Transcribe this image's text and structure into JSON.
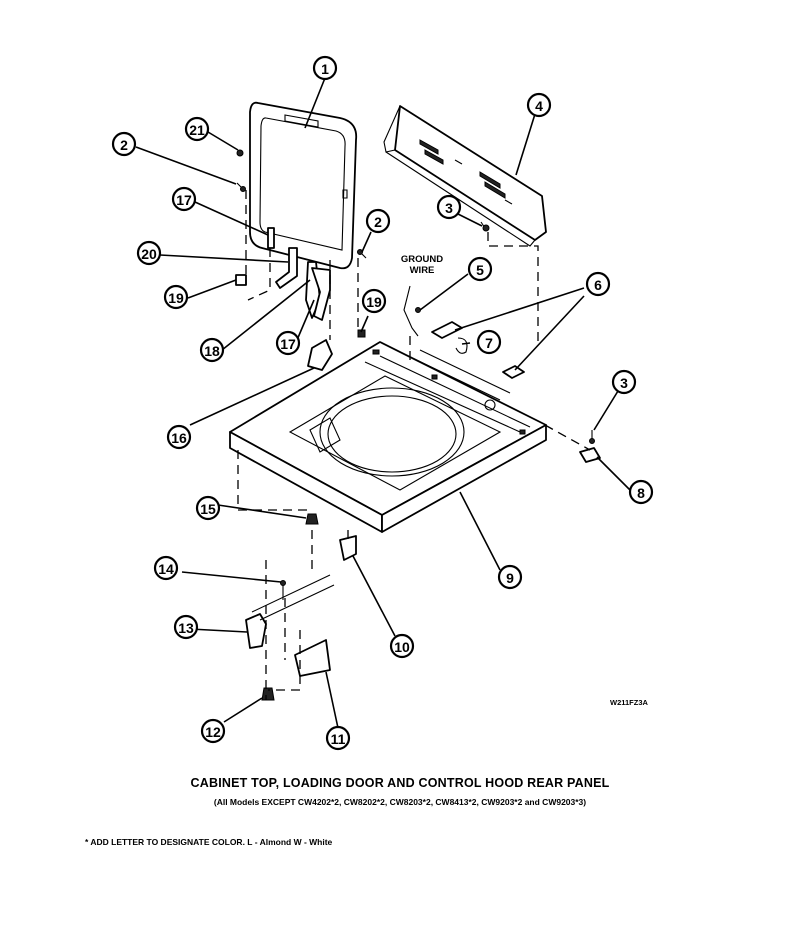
{
  "diagram": {
    "ground_wire_label_line1": "GROUND",
    "ground_wire_label_line2": "WIRE",
    "diagram_code": "W211FZ3A",
    "callouts": [
      "1",
      "2",
      "3",
      "4",
      "5",
      "6",
      "7",
      "8",
      "9",
      "10",
      "11",
      "12",
      "13",
      "14",
      "15",
      "16",
      "17",
      "18",
      "19",
      "20",
      "21"
    ]
  },
  "caption": {
    "title": "CABINET TOP, LOADING DOOR AND CONTROL HOOD REAR PANEL",
    "subtitle": "(All Models EXCEPT CW4202*2, CW8202*2, CW8203*2, CW8413*2, CW9203*2 and CW9203*3)"
  },
  "footnote": "* ADD LETTER TO DESIGNATE COLOR. L - Almond W - White"
}
